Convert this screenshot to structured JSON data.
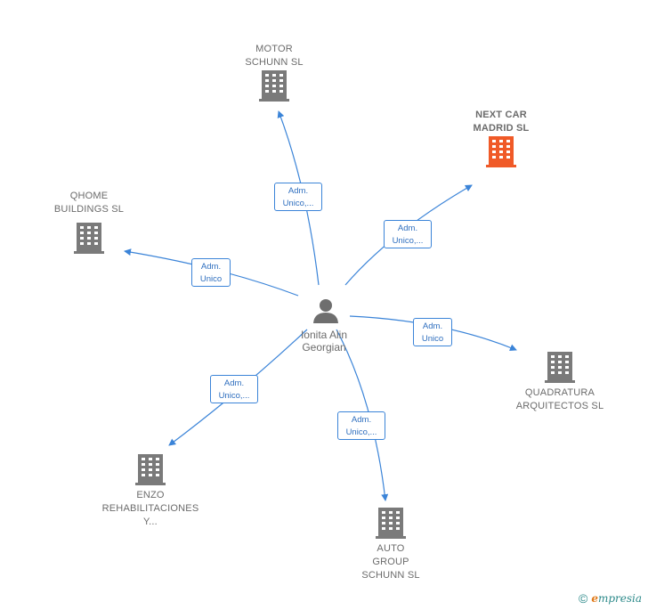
{
  "center": {
    "name": "Ionita Alin\nGeorgian",
    "icon": "person-icon"
  },
  "companies": [
    {
      "id": "motor",
      "name": "MOTOR\nSCHUNN  SL",
      "highlight": false
    },
    {
      "id": "nextcar",
      "name": "NEXT CAR\nMADRID  SL",
      "highlight": true
    },
    {
      "id": "qhome",
      "name": "QHOME\nBUILDINGS SL",
      "highlight": false
    },
    {
      "id": "quadratura",
      "name": "QUADRATURA\nARQUITECTOS SL",
      "highlight": false
    },
    {
      "id": "enzo",
      "name": "ENZO\nREHABILITACIONES\nY...",
      "highlight": false
    },
    {
      "id": "auto",
      "name": "AUTO\nGROUP\nSCHUNN  SL",
      "highlight": false
    }
  ],
  "edges": [
    {
      "target": "motor",
      "label": [
        "Adm.",
        "Unico,..."
      ]
    },
    {
      "target": "nextcar",
      "label": [
        "Adm.",
        "Unico,..."
      ]
    },
    {
      "target": "qhome",
      "label": [
        "Adm.",
        "Unico"
      ]
    },
    {
      "target": "quadratura",
      "label": [
        "Adm.",
        "Unico"
      ]
    },
    {
      "target": "enzo",
      "label": [
        "Adm.",
        "Unico,..."
      ]
    },
    {
      "target": "auto",
      "label": [
        "Adm.",
        "Unico,..."
      ]
    }
  ],
  "colors": {
    "edge": "#3b84d8",
    "building": "#7a7a7a",
    "building_highlight": "#f05a28",
    "person": "#6e6e6e"
  },
  "footer": {
    "copyright": "©",
    "brand_initial": "e",
    "brand_rest": "mpresia"
  }
}
